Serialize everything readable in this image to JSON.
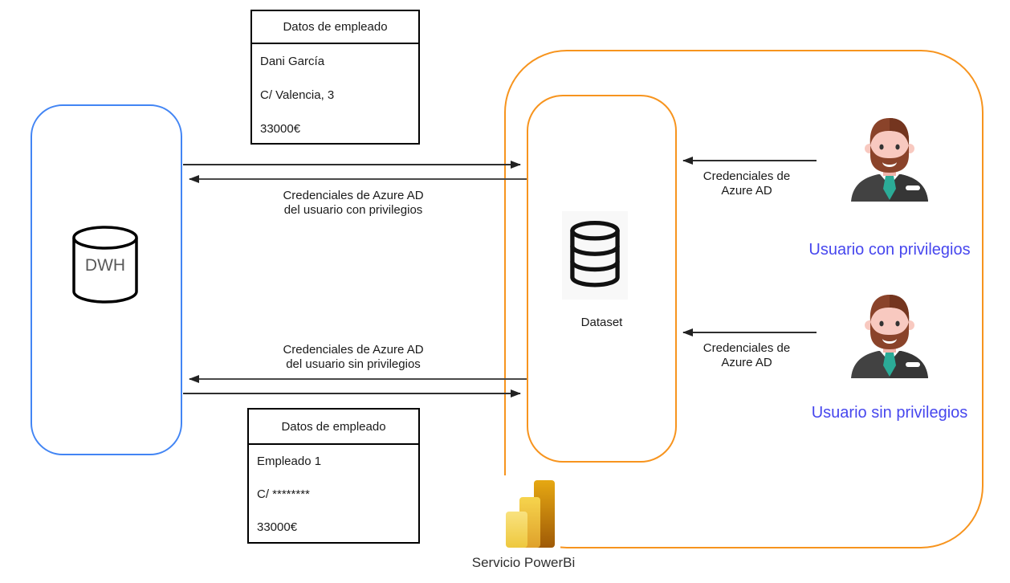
{
  "diagram": {
    "employee_card_top": {
      "header": "Datos de empleado",
      "rows": [
        "Dani García",
        "C/ Valencia, 3",
        "33000€"
      ]
    },
    "employee_card_bottom": {
      "header": "Datos de empleado",
      "rows": [
        "Empleado 1",
        "C/ ********",
        "33000€"
      ]
    },
    "dwh": {
      "label": "DWH"
    },
    "dataset": {
      "label": "Dataset"
    },
    "powerbi_service": {
      "label": "Servicio PowerBi"
    },
    "connector_labels": {
      "dwh_top": [
        "Credenciales de Azure AD",
        "del usuario con privilegios"
      ],
      "dwh_bottom": [
        "Credenciales de Azure AD",
        "del usuario sin privilegios"
      ],
      "user_top": [
        "Credenciales de",
        "Azure AD"
      ],
      "user_bottom": [
        "Credenciales de",
        "Azure AD"
      ]
    },
    "users": {
      "privileged": {
        "label": "Usuario con privilegios"
      },
      "unprivileged": {
        "label": "Usuario sin privilegios"
      }
    },
    "colors": {
      "dwh_border_blue": "#4285f4",
      "powerbi_border_orange": "#f7941e",
      "user_label_blue": "#4747ee",
      "arrow_gray": "#3f3f3f",
      "powerbi_gold": "#e6a812"
    }
  }
}
